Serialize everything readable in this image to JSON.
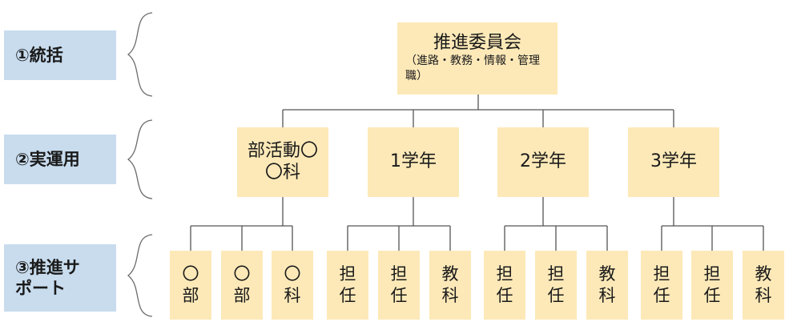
{
  "levels": [
    {
      "label": "①統括"
    },
    {
      "label": "②実運用"
    },
    {
      "label": "③推進サポート"
    }
  ],
  "top": {
    "title": "推進委員会",
    "subtitle": "（進路・教務・情報・管理職）"
  },
  "middle": [
    {
      "label": "部活動〇〇科"
    },
    {
      "label": "1学年"
    },
    {
      "label": "2学年"
    },
    {
      "label": "3学年"
    }
  ],
  "leaves": [
    {
      "label": "〇部"
    },
    {
      "label": "〇部"
    },
    {
      "label": "〇科"
    },
    {
      "label": "担任"
    },
    {
      "label": "担任"
    },
    {
      "label": "教科"
    },
    {
      "label": "担任"
    },
    {
      "label": "担任"
    },
    {
      "label": "教科"
    },
    {
      "label": "担任"
    },
    {
      "label": "担任"
    },
    {
      "label": "教科"
    }
  ],
  "colors": {
    "label_bg": "#c8dcee",
    "node_bg": "#fde9b8",
    "line": "#555555"
  }
}
